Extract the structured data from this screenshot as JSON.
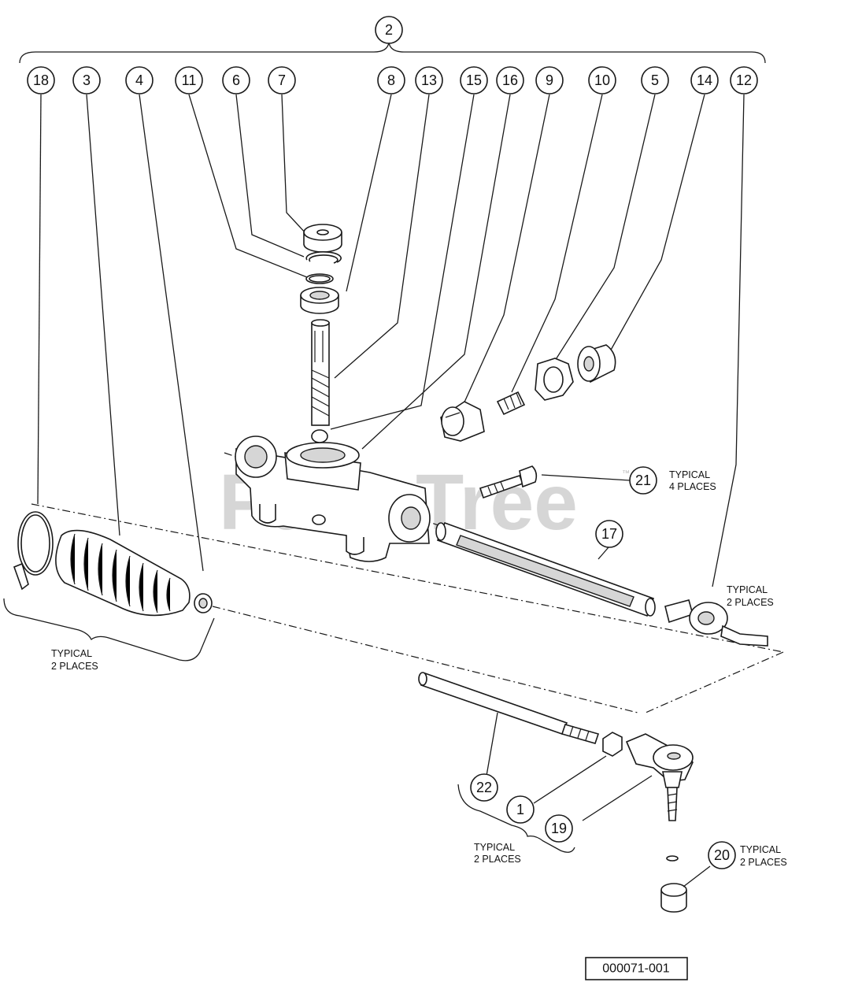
{
  "diagram": {
    "watermark": "PartsTree",
    "watermark_mark": "™",
    "reference_code": "000071-001",
    "callouts": {
      "c2": "2",
      "c18": "18",
      "c3": "3",
      "c4": "4",
      "c11": "11",
      "c6": "6",
      "c7": "7",
      "c8": "8",
      "c13": "13",
      "c15": "15",
      "c16": "16",
      "c9": "9",
      "c10": "10",
      "c5": "5",
      "c14": "14",
      "c12": "12",
      "c21": "21",
      "c17": "17",
      "c22": "22",
      "c1": "1",
      "c19": "19",
      "c20": "20"
    },
    "notes": {
      "n21": [
        "TYPICAL",
        "4 PLACES"
      ],
      "n12": [
        "TYPICAL",
        "2 PLACES"
      ],
      "nboot": [
        "TYPICAL",
        "2 PLACES"
      ],
      "n1": [
        "TYPICAL",
        "2 PLACES"
      ],
      "n20": [
        "TYPICAL",
        "2 PLACES"
      ]
    }
  }
}
